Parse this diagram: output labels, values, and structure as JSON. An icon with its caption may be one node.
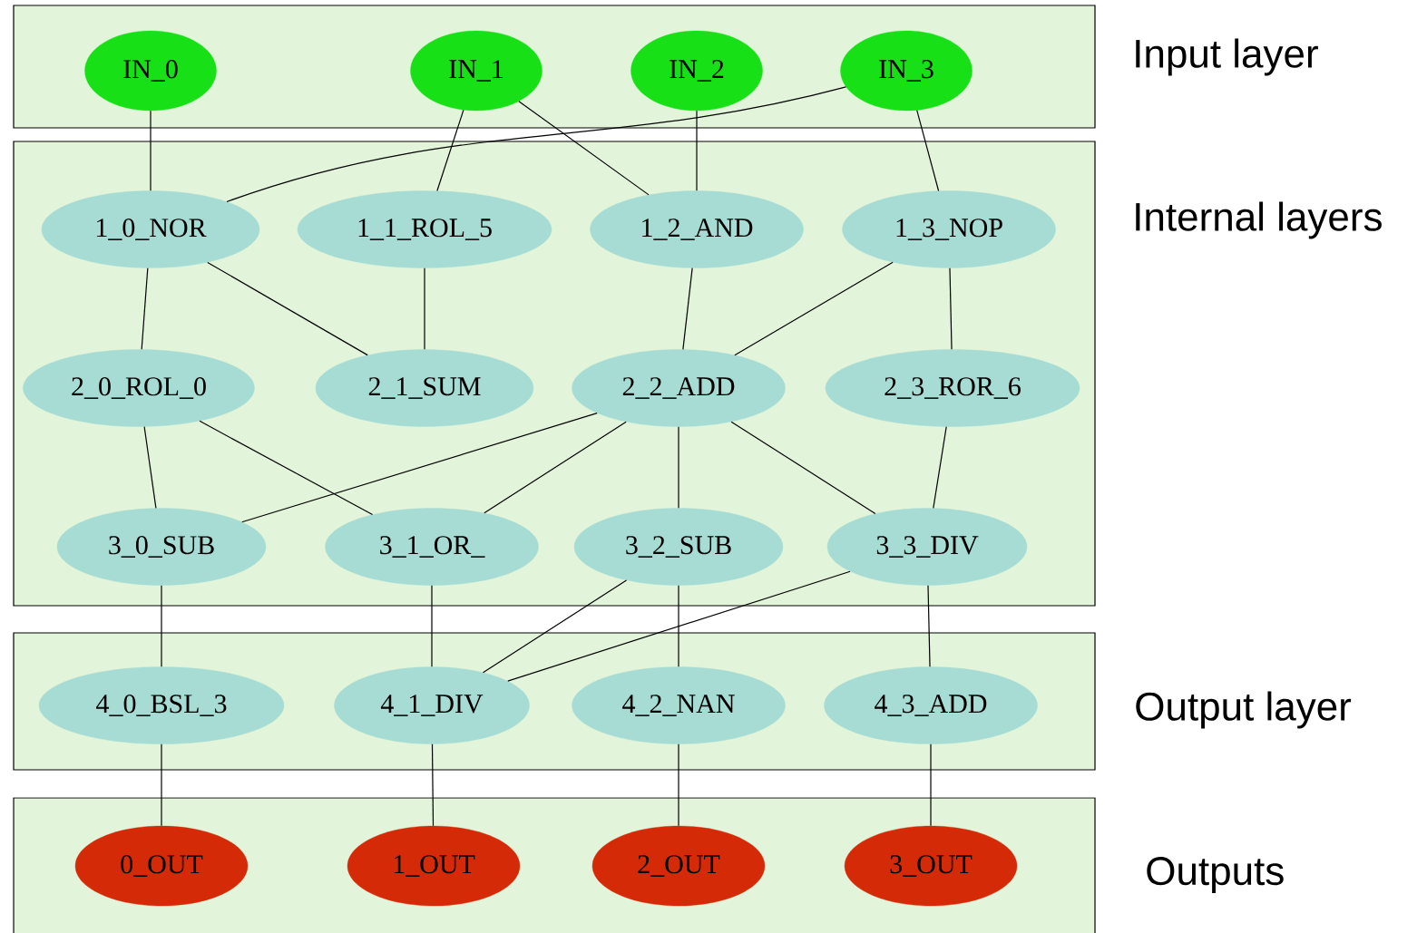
{
  "diagram": {
    "nodes": [
      {
        "text": [
          "Input layer"
        ]
      },
      {
        "text": [
          "Internal layers"
        ]
      },
      {
        "text": [
          "Output layer"
        ]
      },
      {
        "text": [
          "Outputs"
        ]
      },
      {
        "text": [
          "IN_0"
        ],
        "in": 0
      },
      {
        "text": [
          "IN_1"
        ],
        "in": 0
      },
      {
        "text": [
          "IN_2"
        ],
        "in": 0
      },
      {
        "text": [
          "IN_3"
        ],
        "in": 0
      },
      {
        "text": [
          "1_0_NOR"
        ],
        "in": 1
      },
      {
        "text": [
          "1_1_ROL_5"
        ],
        "in": 1
      },
      {
        "text": [
          "1_2_AND"
        ],
        "in": 1
      },
      {
        "text": [
          "1_3_NOP"
        ],
        "in": 1
      },
      {
        "text": [
          "2_0_ROL_0"
        ],
        "in": 1
      },
      {
        "text": [
          "2_1_SUM"
        ],
        "in": 1
      },
      {
        "text": [
          "2_2_ADD"
        ],
        "in": 1
      },
      {
        "text": [
          "2_3_ROR_6"
        ],
        "in": 1
      },
      {
        "text": [
          "3_0_SUB"
        ],
        "in": 1
      },
      {
        "text": [
          "3_1_OR_"
        ],
        "in": 1
      },
      {
        "text": [
          "3_2_SUB"
        ],
        "in": 1
      },
      {
        "text": [
          "3_3_DIV"
        ],
        "in": 1
      },
      {
        "text": [
          "4_0_BSL_3"
        ],
        "in": 2
      },
      {
        "text": [
          "4_1_DIV"
        ],
        "in": 2
      },
      {
        "text": [
          "4_2_NAN"
        ],
        "in": 2
      },
      {
        "text": [
          "4_3_ADD"
        ],
        "in": 2
      },
      {
        "text": [
          "0_OUT"
        ],
        "in": 3
      },
      {
        "text": [
          "1_OUT"
        ],
        "in": 3
      },
      {
        "text": [
          "2_OUT"
        ],
        "in": 3
      },
      {
        "text": [
          "3_OUT"
        ],
        "in": 3
      }
    ],
    "edges": [
      {
        "from": 4,
        "to": 8,
        "arrow": "none"
      },
      {
        "from": 5,
        "to": 9,
        "arrow": "none"
      },
      {
        "from": 5,
        "to": 10,
        "arrow": "none"
      },
      {
        "from": 6,
        "to": 10,
        "arrow": "none"
      },
      {
        "from": 7,
        "to": 8,
        "arrow": "none"
      },
      {
        "from": 7,
        "to": 11,
        "arrow": "none"
      },
      {
        "from": 8,
        "to": 12,
        "arrow": "none"
      },
      {
        "from": 8,
        "to": 13,
        "arrow": "none"
      },
      {
        "from": 9,
        "to": 13,
        "arrow": "none"
      },
      {
        "from": 10,
        "to": 14,
        "arrow": "none"
      },
      {
        "from": 11,
        "to": 14,
        "arrow": "none"
      },
      {
        "from": 11,
        "to": 15,
        "arrow": "none"
      },
      {
        "from": 12,
        "to": 16,
        "arrow": "none"
      },
      {
        "from": 12,
        "to": 17,
        "arrow": "none"
      },
      {
        "from": 14,
        "to": 16,
        "arrow": "none"
      },
      {
        "from": 14,
        "to": 17,
        "arrow": "none"
      },
      {
        "from": 14,
        "to": 18,
        "arrow": "none"
      },
      {
        "from": 14,
        "to": 19,
        "arrow": "none"
      },
      {
        "from": 15,
        "to": 19,
        "arrow": "none"
      },
      {
        "from": 16,
        "to": 20,
        "arrow": "none"
      },
      {
        "from": 17,
        "to": 21,
        "arrow": "none"
      },
      {
        "from": 18,
        "to": 21,
        "arrow": "none"
      },
      {
        "from": 19,
        "to": 21,
        "arrow": "none"
      },
      {
        "from": 18,
        "to": 22,
        "arrow": "none"
      },
      {
        "from": 19,
        "to": 23,
        "arrow": "none"
      },
      {
        "from": 20,
        "to": 24,
        "arrow": "none"
      },
      {
        "from": 21,
        "to": 25,
        "arrow": "none"
      },
      {
        "from": 22,
        "to": 26,
        "arrow": "none"
      },
      {
        "from": 23,
        "to": 27,
        "arrow": "none"
      }
    ]
  }
}
